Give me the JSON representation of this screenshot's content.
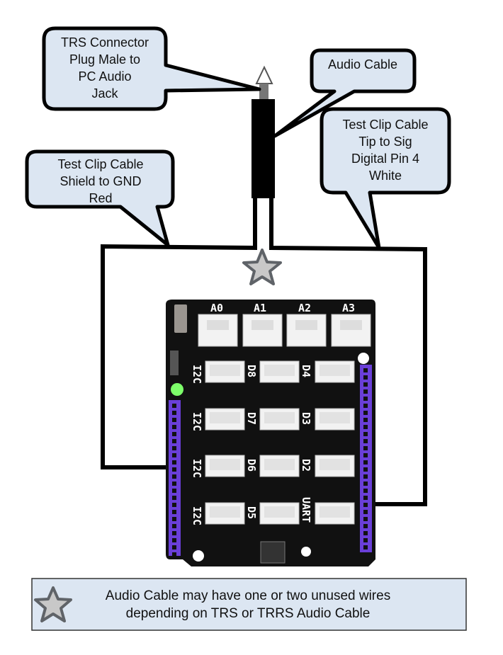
{
  "callouts": {
    "trs": [
      "TRS Connector",
      "Plug Male to",
      "PC Audio",
      "Jack"
    ],
    "audio": [
      "Audio Cable"
    ],
    "shield": [
      "Test Clip Cable",
      "Shield to GND",
      "Red"
    ],
    "tip": [
      "Test Clip Cable",
      "Tip to Sig",
      "Digital Pin 4",
      "White"
    ]
  },
  "board": {
    "analog_ports": [
      "A0",
      "A1",
      "A2",
      "A3"
    ],
    "row_labels_left": [
      "I2C",
      "I2C",
      "I2C",
      "I2C"
    ],
    "row_labels_mid": [
      "D8",
      "D7",
      "D6",
      "D5"
    ],
    "row_labels_right": [
      "D4",
      "D3",
      "D2",
      "UART"
    ]
  },
  "note": {
    "icon": "star-icon",
    "lines": [
      "Audio Cable may have one or two unused wires",
      "depending on TRS or TRRS Audio Cable"
    ]
  },
  "colors": {
    "callout_fill": "#dce6f2",
    "board": "#111111",
    "header": "#6a3fd8",
    "led": "#7dff6a",
    "star": "#5f6368"
  }
}
